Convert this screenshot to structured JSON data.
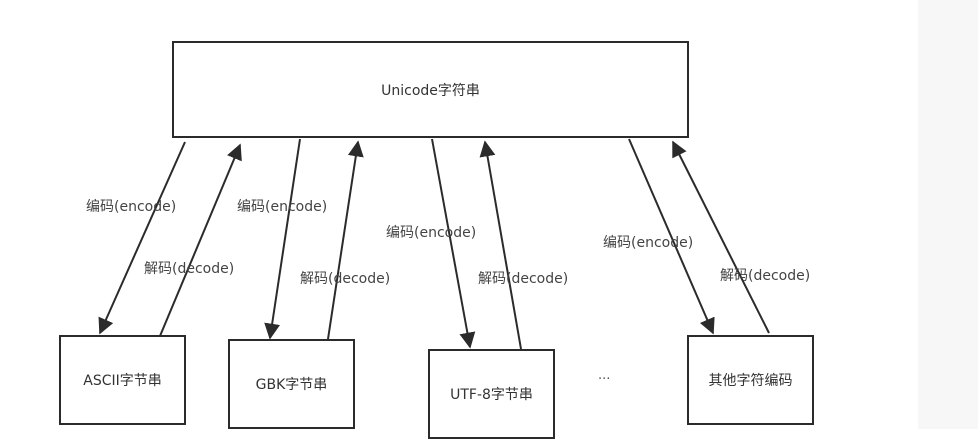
{
  "nodes": {
    "top": "Unicode字符串",
    "ascii": "ASCII字节串",
    "gbk": "GBK字节串",
    "utf8": "UTF-8字节串",
    "other": "其他字符编码",
    "ellipsis": "..."
  },
  "edges": {
    "encode_label": "编码(encode)",
    "decode_label": "解码(decode)"
  }
}
